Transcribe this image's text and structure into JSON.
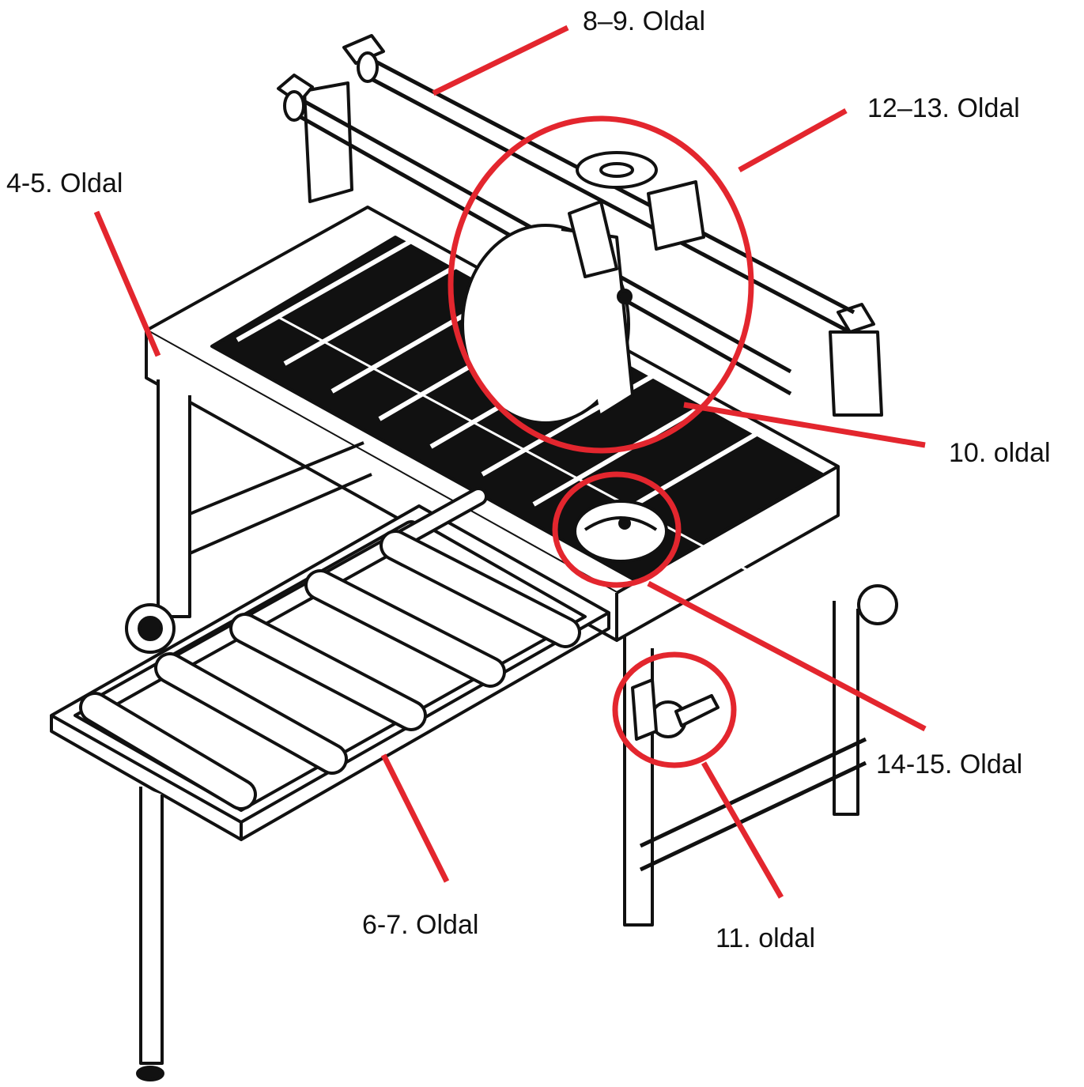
{
  "diagram": {
    "accent_color": "#e3262e",
    "ink_color": "#111111",
    "subject": "tile-saw-machine-illustration",
    "callouts": [
      {
        "id": "frame",
        "label": "4-5. Oldal"
      },
      {
        "id": "extension-table",
        "label": "6-7. Oldal"
      },
      {
        "id": "top-rail",
        "label": "8–9. Oldal"
      },
      {
        "id": "cutting-table",
        "label": "10. oldal"
      },
      {
        "id": "side-crank",
        "label": "11. oldal"
      },
      {
        "id": "saw-head",
        "label": "12–13. Oldal"
      },
      {
        "id": "angle-adjust",
        "label": "14-15. Oldal"
      }
    ]
  }
}
